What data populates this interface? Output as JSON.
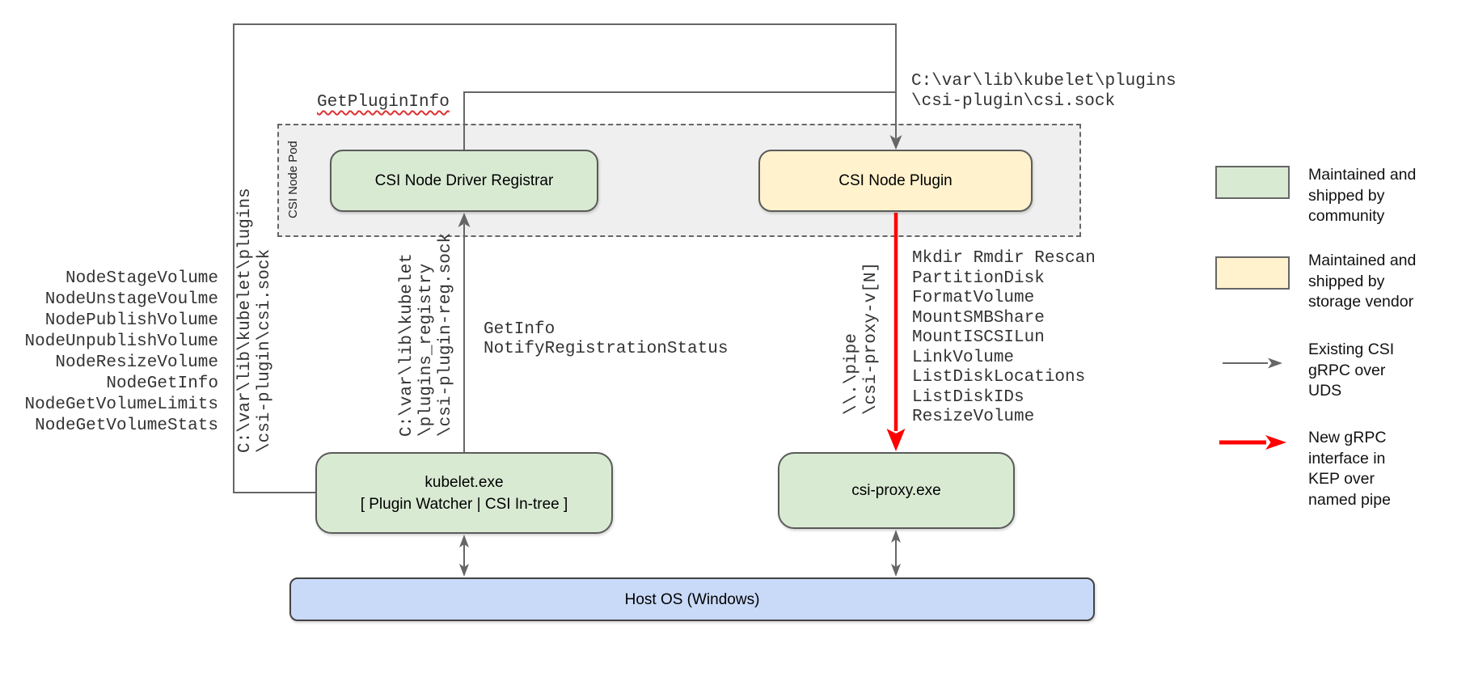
{
  "diagram": {
    "pod": {
      "label": "CSI Node Pod"
    },
    "nodes": {
      "registrar": {
        "title": "CSI Node Driver Registrar"
      },
      "plugin": {
        "title": "CSI Node Plugin"
      },
      "kubelet": {
        "title_lines": [
          "kubelet.exe",
          "[ Plugin Watcher | CSI In-tree ]"
        ]
      },
      "csi_proxy": {
        "title": "csi-proxy.exe"
      },
      "host_os": {
        "title": "Host OS (Windows)"
      }
    },
    "annotations": {
      "get_plugin_info": "GetPluginInfo",
      "csi_sock_path_lines": [
        "C:\\var\\lib\\kubelet\\plugins",
        "\\csi-plugin\\csi.sock"
      ],
      "left_sock_path_lines": [
        "C:\\var\\lib\\kubelet\\plugins",
        "\\csi-plugin\\csi.sock"
      ],
      "registry_sock_path_lines": [
        "C:\\var\\lib\\kubelet",
        "\\plugins_registry",
        "\\csi-plugin-reg.sock"
      ],
      "pipe_path_lines": [
        "\\\\.\\pipe",
        "\\csi-proxy-v[N]"
      ],
      "kubelet_node_calls": [
        "NodeStageVolume",
        "NodeUnstageVoulme",
        "NodePublishVolume",
        "NodeUnpublishVolume",
        "NodeResizeVolume",
        "NodeGetInfo",
        "NodeGetVolumeLimits",
        "NodeGetVolumeStats"
      ],
      "registration_calls": [
        "GetInfo",
        "NotifyRegistrationStatus"
      ],
      "proxy_calls": [
        "Mkdir Rmdir Rescan",
        "PartitionDisk",
        "FormatVolume",
        "MountSMBShare",
        "MountISCSILun",
        "LinkVolume",
        "ListDiskLocations",
        "ListDiskIDs",
        "ResizeVolume"
      ]
    }
  },
  "legend": {
    "items": [
      {
        "swatch": "community-green-box",
        "label_lines": [
          "Maintained and",
          "shipped by",
          "community"
        ]
      },
      {
        "swatch": "vendor-yellow-box",
        "label_lines": [
          "Maintained and",
          "shipped by",
          "storage vendor"
        ]
      },
      {
        "swatch": "gray-arrow",
        "label_lines": [
          "Existing CSI",
          "gRPC over",
          "UDS"
        ]
      },
      {
        "swatch": "red-arrow",
        "label_lines": [
          "New gRPC",
          "interface in",
          "KEP over",
          "named pipe"
        ]
      }
    ]
  },
  "colors": {
    "community": "#d9ead3",
    "storage_vendor": "#fff2cc",
    "host_os": "#c9daf8",
    "pod_background": "#efefef",
    "existing_grpc_arrow": "#666666",
    "new_grpc_arrow": "#ff0000"
  }
}
